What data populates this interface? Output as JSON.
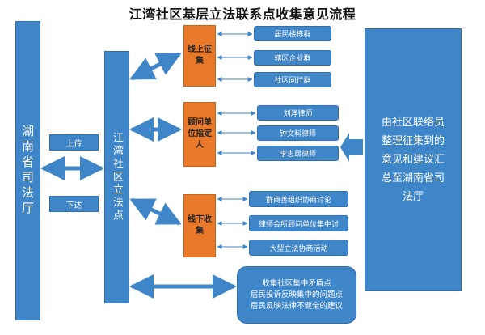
{
  "title": "江湾社区基层立法联系点收集意见流程",
  "left_column": "湖南省司法厅",
  "middle_column": "江湾社区立法点",
  "right_column": "由社区联络员整理征集到的意见和建议汇总至湖南省司法厅",
  "upload_label": "上传",
  "download_label": "下达",
  "groups": [
    {
      "label": "线上征集",
      "items": [
        "居民楼栋群",
        "辖区企业群",
        "社区同行群"
      ]
    },
    {
      "label": "顾问单位指定人",
      "items": [
        "刘洋律师",
        "钟文科律师",
        "李志昂律师"
      ]
    },
    {
      "label": "线下收集",
      "items": [
        "群商善组织协商讨论",
        "律师会所顾问单位集中讨",
        "大型立法协商活动"
      ]
    }
  ],
  "bottom_box": {
    "lines": [
      "收集社区集中矛盾点",
      "居民投诉反映集中的问题点",
      "居民反映法律不健全的建议"
    ]
  },
  "colors": {
    "blue": "#3f86c9",
    "orange": "#e8782a",
    "arrow": "#3f86c9"
  }
}
